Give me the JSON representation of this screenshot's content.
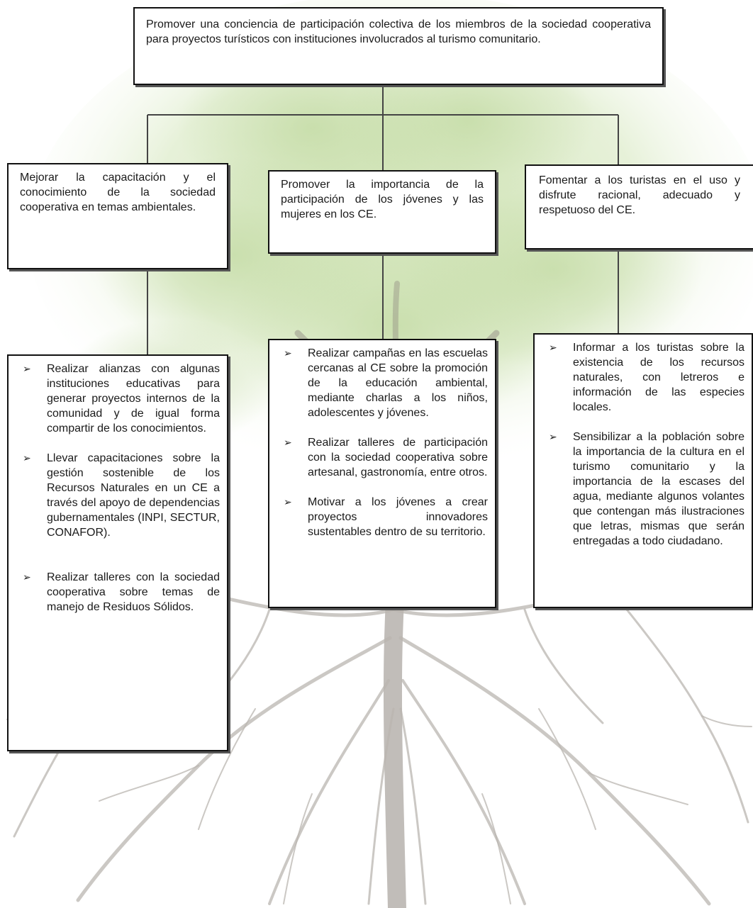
{
  "goal": "Promover una conciencia de participación colectiva de los miembros de la sociedad cooperativa para proyectos turísticos con instituciones involucrados al turismo comunitario.",
  "objectives": [
    "Mejorar la capacitación y el conocimiento de la sociedad cooperativa en temas ambientales.",
    "Promover la importancia de la participación de los jóvenes y las mujeres en los CE.",
    "Fomentar a los turistas en el uso y disfrute racional, adecuado y respetuoso del CE."
  ],
  "actions": [
    [
      "Realizar alianzas con algunas instituciones educativas para generar proyectos internos de la comunidad y de igual forma compartir de los conocimientos.",
      "Llevar capacitaciones sobre la gestión sostenible de los Recursos Naturales en un CE a través del apoyo de dependencias gubernamentales (INPI, SECTUR, CONAFOR).",
      "Realizar talleres con la sociedad cooperativa sobre temas de manejo de Residuos Sólidos."
    ],
    [
      "Realizar campañas en las escuelas cercanas al CE sobre la promoción de la educación ambiental, mediante charlas a los niños, adolescentes y jóvenes.",
      "Realizar talleres de participación con la sociedad cooperativa sobre artesanal, gastronomía, entre otros.",
      "Motivar a los jóvenes a crear proyectos innovadores sustentables dentro de su territorio."
    ],
    [
      "Informar a los turistas sobre la existencia de los recursos naturales, con letreros e información de las especies locales.",
      "Sensibilizar a la población sobre la importancia de la cultura en el turismo comunitario y la importancia de la escases del agua, mediante algunos volantes que contengan más ilustraciones que letras, mismas que serán entregadas a todo ciudadano."
    ]
  ],
  "bullet_glyph": "➢",
  "colors": {
    "border": "#111111",
    "shadow": "#555555",
    "connector": "#444444",
    "canopy": "#8fb86a",
    "roots": "#b9b5b0"
  }
}
